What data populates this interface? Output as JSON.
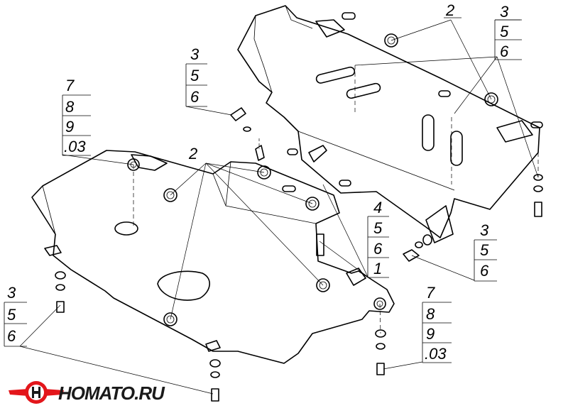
{
  "callouts": {
    "top_center": [
      "2"
    ],
    "top_right": [
      "3",
      "5",
      "6"
    ],
    "left_mid": [
      "3",
      "5",
      "6"
    ],
    "left_top": [
      "7",
      "8",
      "9",
      ".03"
    ],
    "center_2": [
      "2"
    ],
    "center_right": [
      "4",
      "5",
      "6",
      "1"
    ],
    "right_mid": [
      "3",
      "5",
      "6"
    ],
    "bottom_left": [
      "3",
      "5",
      "6"
    ],
    "bottom_right": [
      "7",
      "8",
      "9",
      ".03"
    ]
  },
  "logo": {
    "text": "HOMATO.RU",
    "accent_color": "#e3161b",
    "icon": "winged-h-logo-icon"
  }
}
